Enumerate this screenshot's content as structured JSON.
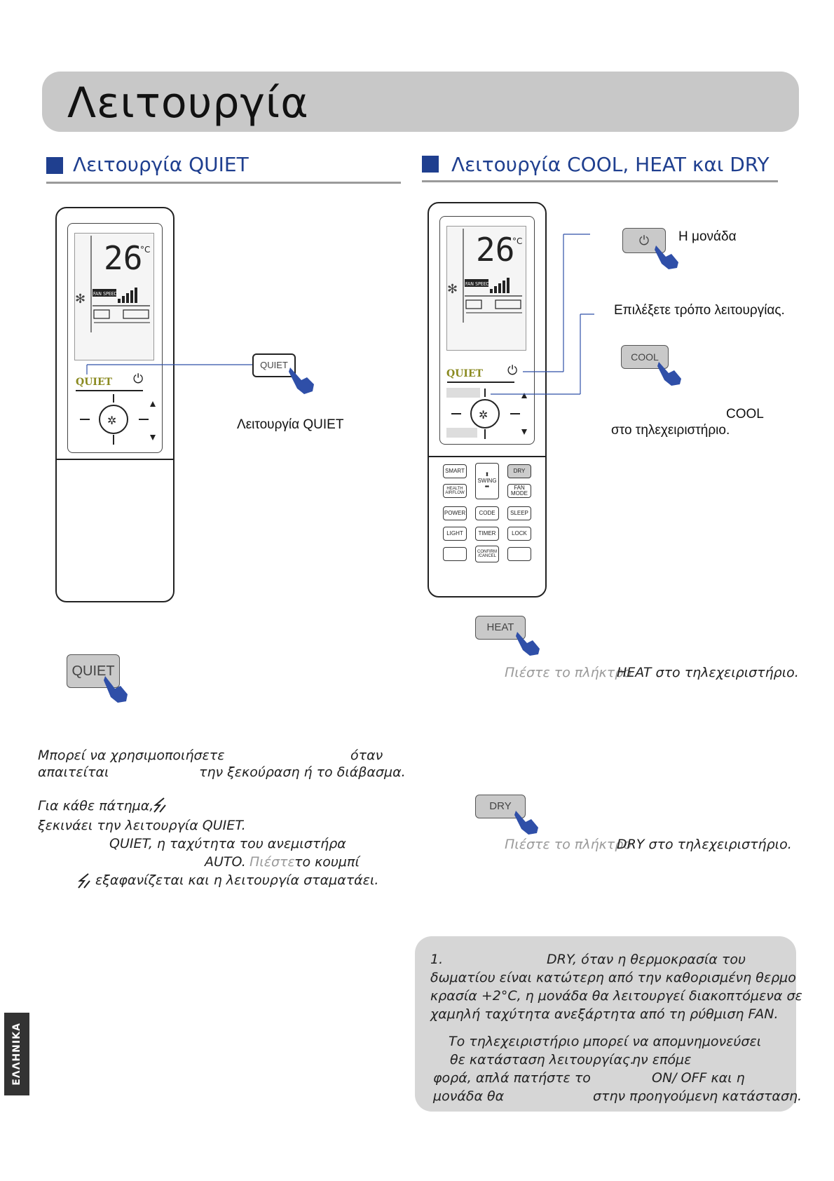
{
  "page": {
    "title": "Λειτουργία",
    "side_tab": "ΕΛΛΗΝΙΚΑ"
  },
  "colors": {
    "accent": "#1f3f8f",
    "banner": "#c8c8c8",
    "note": "#d6d6d6",
    "hand": "#2f4fa8"
  },
  "quiet_section": {
    "title": "Λειτουργία QUIET",
    "callout_button": "QUIET",
    "callout_label": "Λειτουργία QUIET",
    "big_button": "QUIET",
    "para1_line1a": "Μπορεί να χρησιμοποιήσετε",
    "para1_line1b": "όταν",
    "para1_line2a": "απαιτείται",
    "para1_line2b": "την ξεκούραση ή το διάβασμα.",
    "para2_line1": "Για κάθε πάτημα,",
    "para2_line2": "ξεκινάει την λειτουργία QUIET.",
    "para2_line3": "QUIET, η ταχύτητα του ανεμιστήρα",
    "para2_line4a": "AUTO.",
    "para2_line4b": "Πιέστε",
    "para2_line4c": "το κουμπί",
    "para2_line5": "εξαφανίζεται και η λειτουργία σταματάει."
  },
  "cool_section": {
    "title": "Λειτουργία COOL, HEAT και DRY",
    "power_label": "Η μονάδα",
    "mode_label": "Επιλέξετε τρόπο λειτουργίας.",
    "cool_button": "COOL",
    "cool_text_line1": "COOL",
    "cool_text_line2": "στο τηλεχειριστήριο.",
    "heat_button": "HEAT",
    "heat_text_faded": "Πιέστε το πλήκτρο",
    "heat_text": "HEAT στο τηλεχειριστήριο.",
    "dry_button": "DRY",
    "dry_text_faded": "Πιέστε το πλήκτρο",
    "dry_text": "DRY στο τηλεχειριστήριο."
  },
  "remote": {
    "temperature": "26",
    "unit": "°C",
    "fan_speed_label": "FAN SPEED",
    "quiet_label": "QUIET",
    "keys": {
      "smart": "SMART",
      "swing": "SWING",
      "dry": "DRY",
      "health": "HEALTH AIRFLOW",
      "fan_mode": "FAN MODE",
      "power": "POWER",
      "code": "CODE",
      "sleep": "SLEEP",
      "light": "LIGHT",
      "timer": "TIMER",
      "lock": "LOCK",
      "confirm": "CONFIRM /CANCEL"
    }
  },
  "note": {
    "line1a": "1.",
    "line1b": "DRY, όταν η θερμοκρασία του",
    "line2": "δωματίου είναι κατώτερη από την καθορισμένη θερμο",
    "line3": "κρασία +2°C, η μονάδα θα λειτουργεί διακοπτόμενα σε",
    "line4": "χαμηλή ταχύτητα ανεξάρτητα από τη ρύθμιση FAN.",
    "line5": "Το τηλεχειριστήριο μπορεί να απομνημονεύσει",
    "line6a": "θε κατάσταση λειτουργίας.",
    "line6b": "ην επόμε",
    "line7a": "φορά, απλά πατήστε το",
    "line7b": "ON/ OFF και η",
    "line8a": "μονάδα θα",
    "line8b": "στην προηγούμενη κατάσταση."
  }
}
